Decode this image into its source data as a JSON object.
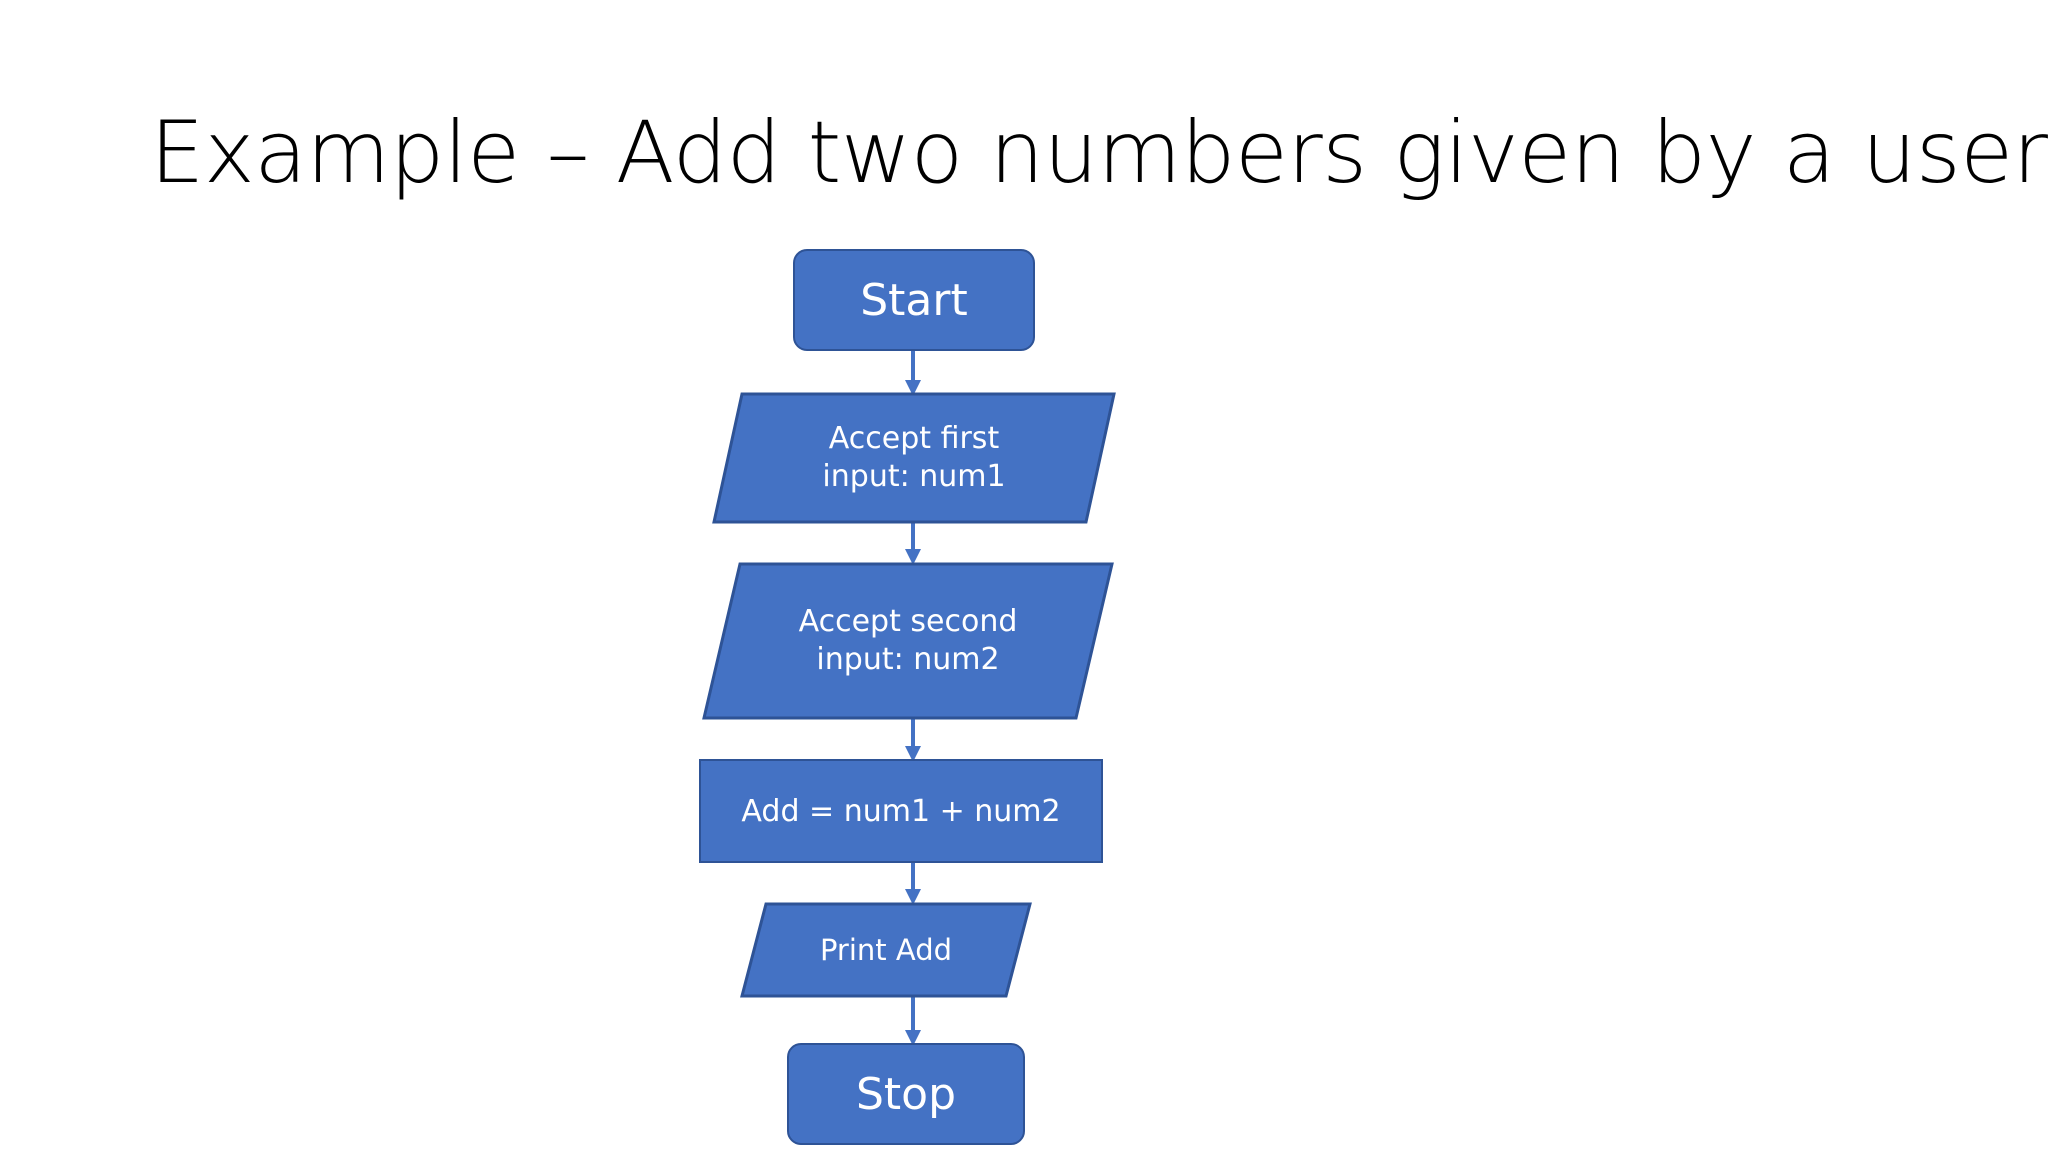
{
  "slide": {
    "title": "Example – Add two numbers given by a user",
    "background_color": "#FFFFFF"
  },
  "theme": {
    "shape_fill": "#4472C4",
    "shape_stroke": "#2E5396",
    "shape_text_color": "#FFFFFF",
    "connector_color": "#4472C4",
    "title_color": "#000000"
  },
  "flowchart": {
    "type": "flowchart",
    "orientation": "top-to-bottom",
    "nodes": [
      {
        "id": "start",
        "shape": "terminator",
        "label": "Start"
      },
      {
        "id": "accept1",
        "shape": "parallelogram",
        "label": "Accept first\ninput: num1"
      },
      {
        "id": "accept2",
        "shape": "parallelogram",
        "label": "Accept second\ninput: num2"
      },
      {
        "id": "add",
        "shape": "rectangle",
        "label": "Add = num1 + num2"
      },
      {
        "id": "print",
        "shape": "parallelogram",
        "label": "Print Add"
      },
      {
        "id": "stop",
        "shape": "terminator",
        "label": "Stop"
      }
    ],
    "edges": [
      {
        "from": "start",
        "to": "accept1",
        "label": ""
      },
      {
        "from": "accept1",
        "to": "accept2",
        "label": ""
      },
      {
        "from": "accept2",
        "to": "add",
        "label": ""
      },
      {
        "from": "add",
        "to": "print",
        "label": ""
      },
      {
        "from": "print",
        "to": "stop",
        "label": ""
      }
    ]
  }
}
